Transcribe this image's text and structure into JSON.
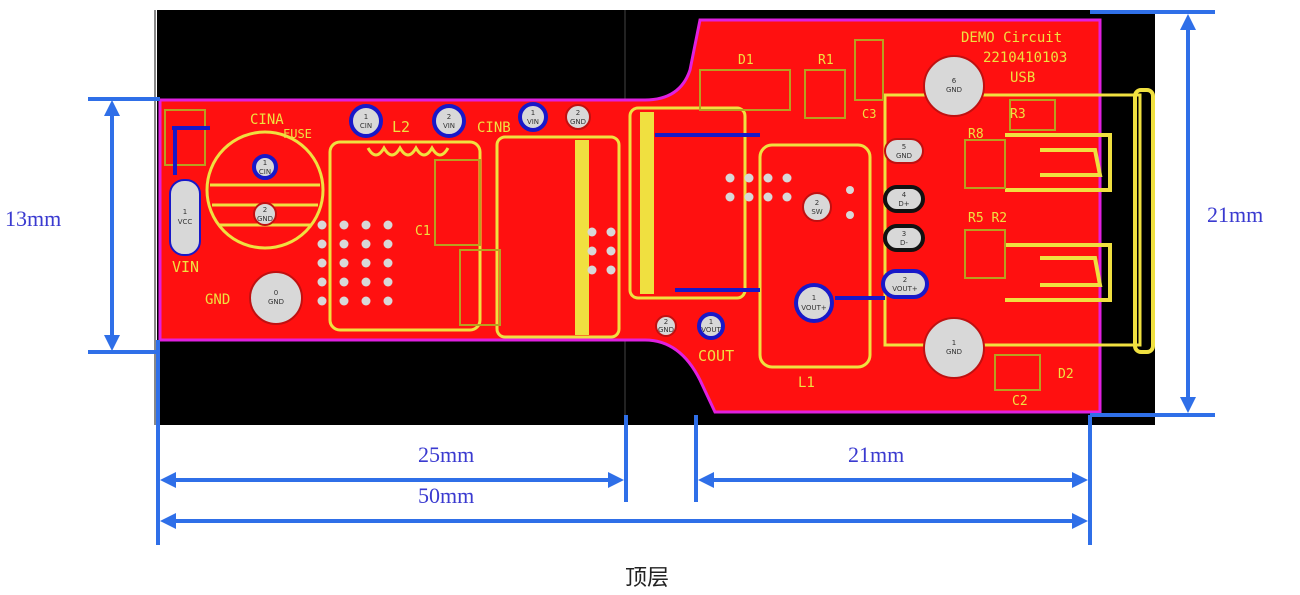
{
  "board": {
    "title_line1": "DEMO Circuit",
    "title_line2": "2210410103",
    "usb_label": "USB",
    "colors": {
      "copper": "#ff1010",
      "silk": "#f0e040",
      "background": "#000000",
      "outline": "#e020e0",
      "via": "#d8d8d8",
      "pad_ring": "#1818c8",
      "dimension": "#2f6fe8"
    }
  },
  "components": {
    "cina": "CINA",
    "fuse": "FUSE",
    "l2": "L2",
    "cinb": "CINB",
    "vin": "VIN",
    "gnd": "GND",
    "cout": "COUT",
    "l1": "L1",
    "d1": "D1",
    "r1": "R1",
    "r3": "R3",
    "r8": "R8",
    "r5r2": "R5 R2",
    "c3": "C3",
    "c1": "C1",
    "c2": "C2",
    "d2": "D2"
  },
  "pads": {
    "cin_a": {
      "num": "1",
      "name": "CIN"
    },
    "vin_a": {
      "num": "2",
      "name": "VIN"
    },
    "vin_b": {
      "num": "1",
      "name": "VIN"
    },
    "gnd_b": {
      "num": "2",
      "name": "GND"
    },
    "cin_c": {
      "num": "1",
      "name": "CIN"
    },
    "gnd_c": {
      "num": "2",
      "name": "GND"
    },
    "vcc": {
      "num": "1",
      "name": "VCC"
    },
    "gnd_main": {
      "num": "0",
      "name": "GND"
    },
    "cout_gnd": {
      "num": "2",
      "name": "GND"
    },
    "cout_vout": {
      "num": "1",
      "name": "VOUT"
    },
    "sw": {
      "num": "2",
      "name": "SW"
    },
    "vout_l1": {
      "num": "1",
      "name": "VOUT+"
    },
    "usb_gnd6": {
      "num": "6",
      "name": "GND"
    },
    "usb_gnd5": {
      "num": "5",
      "name": "GND"
    },
    "usb_dp": {
      "num": "4",
      "name": "D+"
    },
    "usb_dm": {
      "num": "3",
      "name": "D-"
    },
    "usb_vout": {
      "num": "2",
      "name": "VOUT+"
    },
    "usb_gnd1": {
      "num": "1",
      "name": "GND"
    }
  },
  "dimensions": {
    "height_left": "13mm",
    "height_right": "21mm",
    "width_half": "25mm",
    "width_total": "50mm",
    "width_usb": "21mm"
  },
  "caption": "顶层"
}
